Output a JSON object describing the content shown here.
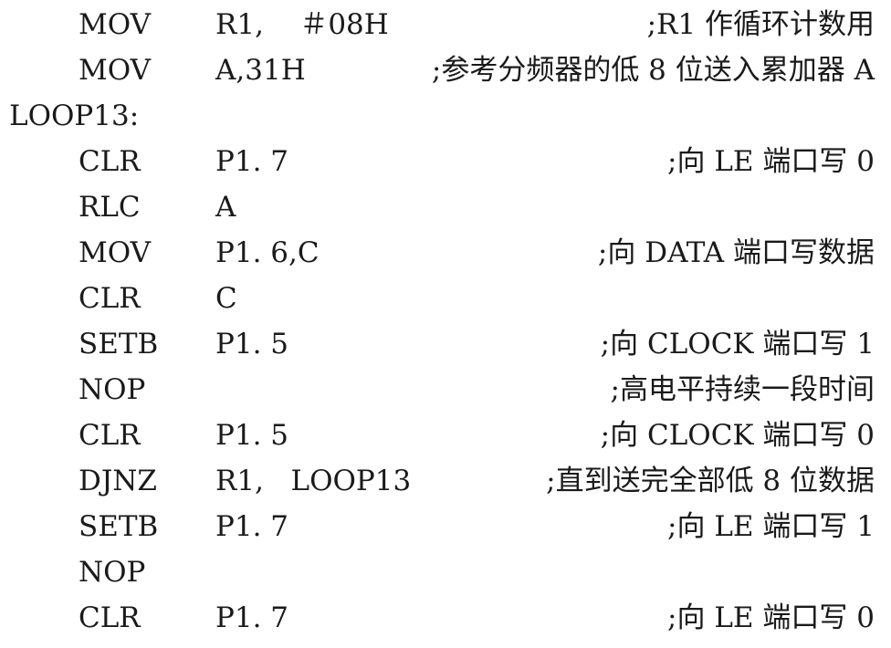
{
  "lines": [
    {
      "label": "",
      "op": "MOV",
      "arg": "R1,    ＃08H",
      "comment": ";R1 作循环计数用"
    },
    {
      "label": "",
      "op": "MOV",
      "arg": "A,31H",
      "comment": ";参考分频器的低 8 位送入累加器 A"
    },
    {
      "label": "LOOP13:",
      "op": "",
      "arg": "",
      "comment": ""
    },
    {
      "label": "",
      "op": "CLR",
      "arg": "P1. 7",
      "comment": ";向 LE 端口写 0"
    },
    {
      "label": "",
      "op": "RLC",
      "arg": "A",
      "comment": ""
    },
    {
      "label": "",
      "op": "MOV",
      "arg": "P1. 6,C",
      "comment": ";向 DATA 端口写数据"
    },
    {
      "label": "",
      "op": "CLR",
      "arg": "C",
      "comment": ""
    },
    {
      "label": "",
      "op": "SETB",
      "arg": "P1. 5",
      "comment": ";向 CLOCK 端口写 1"
    },
    {
      "label": "",
      "op": "NOP",
      "arg": "",
      "comment": ";高电平持续一段时间"
    },
    {
      "label": "",
      "op": "CLR",
      "arg": "P1. 5",
      "comment": ";向 CLOCK 端口写 0"
    },
    {
      "label": "",
      "op": "DJNZ",
      "arg": "R1,   LOOP13",
      "comment": ";直到送完全部低 8 位数据"
    },
    {
      "label": "",
      "op": "SETB",
      "arg": "P1. 7",
      "comment": ";向 LE 端口写 1"
    },
    {
      "label": "",
      "op": "NOP",
      "arg": "",
      "comment": ""
    },
    {
      "label": "",
      "op": "CLR",
      "arg": "P1. 7",
      "comment": ";向 LE 端口写 0"
    }
  ]
}
